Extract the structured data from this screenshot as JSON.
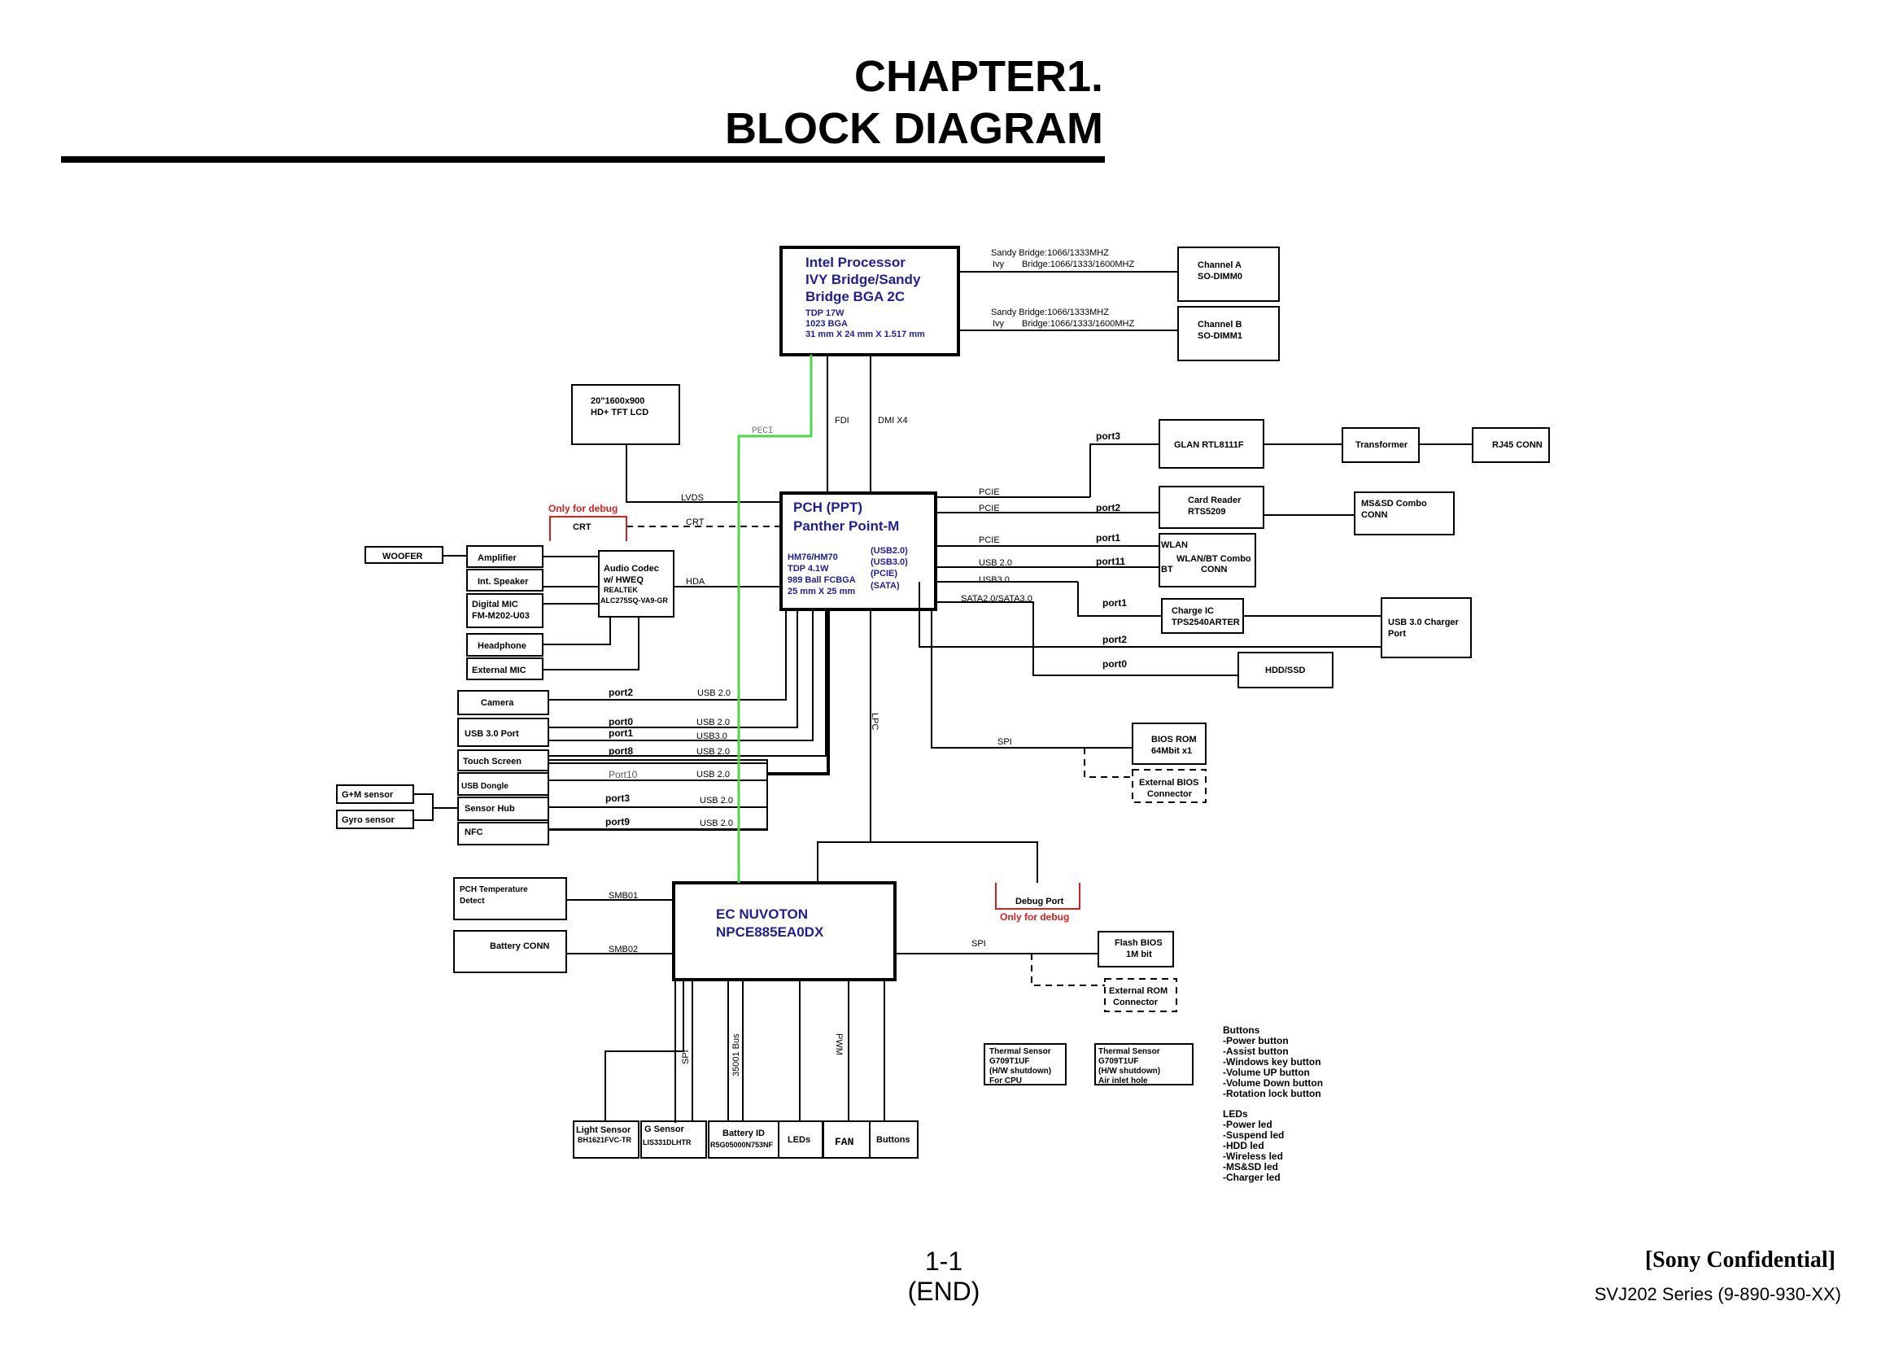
{
  "header": {
    "line1": "CHAPTER1.",
    "line2": "BLOCK DIAGRAM"
  },
  "footer": {
    "page": "1-1",
    "end": "(END)",
    "confidential": "[Sony Confidential]",
    "series": "SVJ202 Series (9-890-930-XX)"
  },
  "colors": {
    "ink": "#000000",
    "chip_text": "#1f1f8f",
    "peci": "#4cd64c",
    "debug": "#d42020"
  },
  "cpu": {
    "l1": "Intel Processor",
    "l2": "IVY Bridge/Sandy",
    "l3": "Bridge BGA 2C",
    "s1": "TDP 17W",
    "s2": "1023 BGA",
    "s3": "31 mm X 24 mm X 1.517 mm"
  },
  "memory": {
    "a_l1": "Sandy Bridge:1066/1333MHZ",
    "a_l2a": "Ivy",
    "a_l2b": "Bridge:1066/1333/1600MHZ",
    "b_l1": "Sandy Bridge:1066/1333MHZ",
    "b_l2a": "Ivy",
    "b_l2b": "Bridge:1066/1333/1600MHZ",
    "chA_1": "Channel A",
    "chA_2": "SO-DIMM0",
    "chB_1": "Channel B",
    "chB_2": "SO-DIMM1"
  },
  "links": {
    "fdi": "FDI",
    "dmi": "DMI X4",
    "peci": "PECI",
    "lvds": "LVDS",
    "crt": "CRT",
    "hda": "HDA",
    "lpc": "LPC"
  },
  "lcd": {
    "l1": "20\"1600x900",
    "l2": "HD+ TFT LCD"
  },
  "debug": {
    "only1": "Only for debug",
    "crt": "CRT",
    "port": "Debug Port",
    "only2": "Only for debug"
  },
  "pch": {
    "l1": "PCH (PPT)",
    "l2": "Panther Point-M",
    "a1": "HM76/HM70",
    "a2": "TDP 4.1W",
    "a3": "989 Ball FCBGA",
    "a4": "25 mm X 25 mm",
    "b1": "(USB2.0)",
    "b2": "(USB3.0)",
    "b3": "(PCIE)",
    "b4": "(SATA)"
  },
  "audio": {
    "woofer": "WOOFER",
    "amp": "Amplifier",
    "speaker": "Int. Speaker",
    "dmic1": "Digital MIC",
    "dmic2": "FM-M202-U03",
    "headphone": "Headphone",
    "extmic": "External MIC",
    "codec1": "Audio Codec",
    "codec2": "w/ HWEQ",
    "codec3": "REALTEK",
    "codec4": "ALC275SQ-VA9-GR"
  },
  "right": {
    "pcie1": "PCIE",
    "pcie2": "PCIE",
    "pcie3": "PCIE",
    "usb20": "USB 2.0",
    "usb30": "USB3.0",
    "sata": "SATA2.0/SATA3.0",
    "port3": "port3",
    "port2a": "port2",
    "port1a": "port1",
    "port11": "port11",
    "port1b": "port1",
    "port2b": "port2",
    "port0": "port0",
    "glan": "GLAN  RTL8111F",
    "transformer": "Transformer",
    "rj45": "RJ45 CONN",
    "card1": "Card Reader",
    "card2": "RTS5209",
    "mssd1": "MS&SD Combo",
    "mssd2": "CONN",
    "wlan": "WLAN",
    "bt": "BT",
    "wlanbt1": "WLAN/BT Combo",
    "wlanbt2": "CONN",
    "charge1": "Charge IC",
    "charge2": "TPS2540ARTER",
    "usbchg1": "USB 3.0 Charger",
    "usbchg2": "Port",
    "hdd": "HDD/SSD",
    "spi": "SPI",
    "bios1": "BIOS ROM",
    "bios2": "64Mbit x1",
    "extbios1": "External BIOS",
    "extbios2": "Connector"
  },
  "left": {
    "camera": "Camera",
    "usb3port": "USB 3.0  Port",
    "touch": "Touch Screen",
    "dongle": "USB Dongle",
    "hub": "Sensor Hub",
    "nfc": "NFC",
    "gm": "G+M sensor",
    "gyro": "Gyro sensor",
    "p2": "port2",
    "p0": "port0",
    "p1": "port1",
    "p8": "port8",
    "p10": "Port10",
    "p3": "port3",
    "p9": "port9",
    "u_cam": "USB 2.0",
    "u_p0": "USB 2.0",
    "u_p1": "USB3.0",
    "u_p8": "USB 2.0",
    "u_p10": "USB 2.0",
    "u_p3": "USB 2.0",
    "u_p9": "USB 2.0"
  },
  "ec": {
    "l1": "EC  NUVOTON",
    "l2": "NPCE885EA0DX",
    "temp1": "PCH Temperature",
    "temp2": "Detect",
    "smb01": "SMB01",
    "batt": "Battery CONN",
    "smb02": "SMB02",
    "spi": "SPI",
    "flash1": "Flash BIOS",
    "flash2": "1M bit",
    "extrom1": "External ROM",
    "extrom2": "Connector",
    "spi_v": "SPI",
    "bus35": "35001 Bus",
    "pwm": "PWM",
    "light1": "Light Sensor",
    "light2": "BH1621FVC-TR",
    "gsens1": "G Sensor",
    "gsens2": "LIS331DLHTR",
    "battid1": "Battery ID",
    "battid2": "R5G05000N753NF",
    "leds": "LEDs",
    "fan": "FAN",
    "buttons": "Buttons"
  },
  "thermal": {
    "t1a": "Thermal Sensor",
    "t1b": "G709T1UF",
    "t1c": "(H/W shutdown)",
    "t1d": "For CPU",
    "t2a": "Thermal Sensor",
    "t2b": "G709T1UF",
    "t2c": "(H/W shutdown)",
    "t2d": "Air inlet hole"
  },
  "legend": {
    "buttons": [
      "Buttons",
      "-Power button",
      "-Assist button",
      "-Windows key button",
      "-Volume UP button",
      "-Volume Down button",
      "-Rotation lock button"
    ],
    "leds": [
      "LEDs",
      "-Power led",
      "-Suspend led",
      "-HDD led",
      "-Wireless led",
      "-MS&SD led",
      "-Charger led"
    ]
  }
}
